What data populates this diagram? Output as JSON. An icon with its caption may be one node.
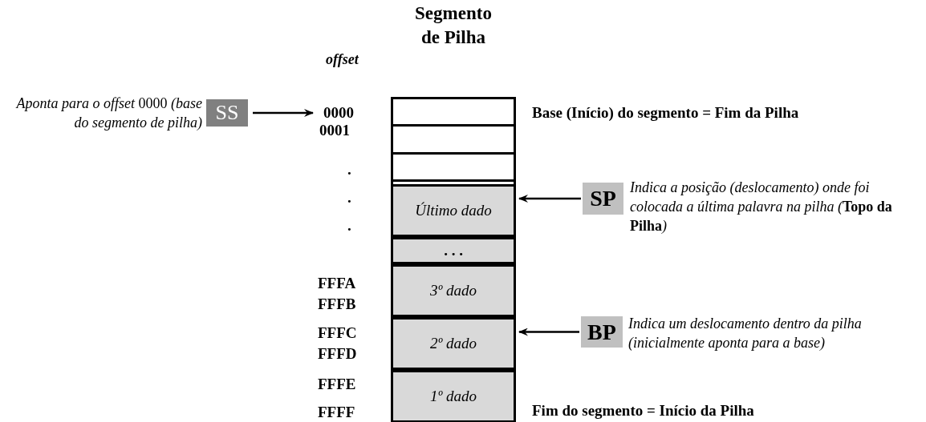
{
  "diagram": {
    "title": "Segmento de Pilha",
    "nodes": [
      {
        "text": [
          "SS"
        ],
        "beside": [
          "*Aponta para o offset* 0000 *(base do segmento de pilha)*"
        ]
      },
      {
        "text": [
          "0000"
        ]
      },
      {
        "text": [],
        "shape": "box"
      },
      {
        "text": [],
        "shape": "box"
      },
      {
        "text": [],
        "shape": "box"
      },
      {
        "text": [],
        "shape": "box"
      },
      {
        "text": [
          "Último dado"
        ]
      },
      {
        "text": [
          ". . ."
        ]
      },
      {
        "text": [
          "3º dado"
        ]
      },
      {
        "text": [
          "2º dado"
        ]
      },
      {
        "text": [
          "1º dado"
        ]
      },
      {
        "text": [
          "SP"
        ],
        "beside": [
          "Indica a posição (deslocamento) onde foi colocada a última palavra na pilha (**Topo da Pilha**)"
        ]
      },
      {
        "text": [
          "BP"
        ],
        "beside": [
          "Indica um deslocamento dentro da pilha (inicialmente aponta para a base)"
        ]
      }
    ],
    "edges": [
      {
        "from": 0,
        "to": 1,
        "arrow": "to"
      },
      {
        "from": 11,
        "to": 6,
        "arrow": "to"
      },
      {
        "from": 12,
        "to": 9,
        "arrow": "to"
      }
    ],
    "labels": [
      "offset",
      "Base (Início) do segmento = Fim da Pilha",
      "0001",
      ".",
      ".",
      ".",
      "FFFA",
      "FFFB",
      "FFFC",
      "FFFD",
      "FFFE",
      "FFFF",
      "Fim do segmento = Início da Pilha"
    ]
  }
}
